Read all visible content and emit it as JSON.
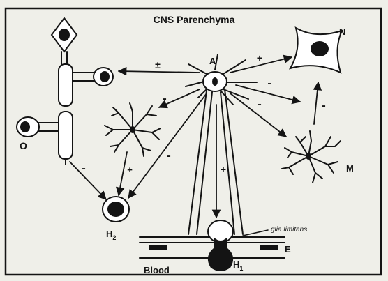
{
  "title": "CNS Parenchyma",
  "blood_label": "Blood",
  "glia_limitans_label": "glia limitans",
  "cells": {
    "astrocyte": "A",
    "neuron": "N",
    "microglia": "M",
    "oligodendrocyte": "O",
    "h1": "H",
    "h1_sub": "1",
    "h2": "H",
    "h2_sub": "2",
    "endothelium": "E"
  },
  "signs": {
    "to_oligodendrocyte": "±",
    "to_neuron": "+",
    "to_microglia_upper": "-",
    "to_microglia_lower": "-",
    "microglia_to_neuron": "-",
    "to_h1": "+",
    "to_glia_star": "-",
    "to_h2": "-",
    "glia_star_to_h2": "+",
    "oligodendrocyte_to_h2": "-"
  },
  "colors": {
    "ink": "#141414",
    "paper": "#efefe9",
    "cell_fill": "#ffffff"
  }
}
